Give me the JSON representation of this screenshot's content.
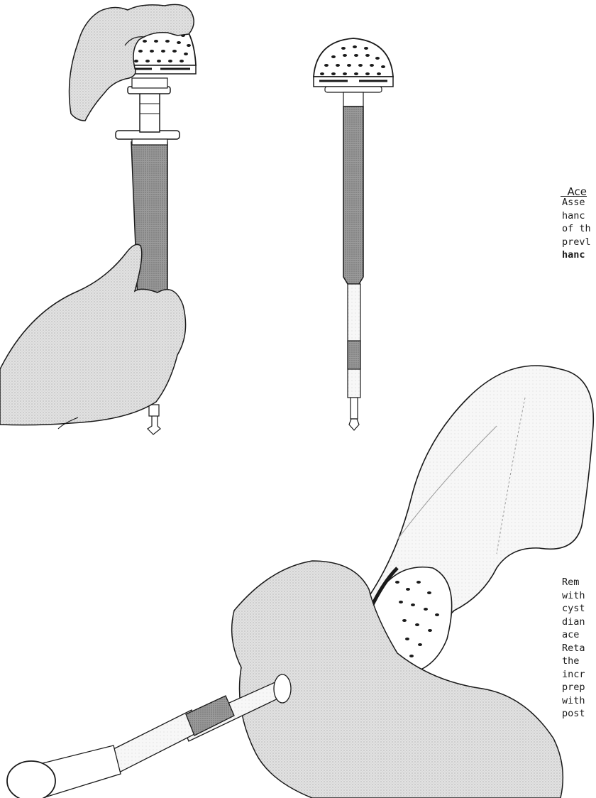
{
  "heading": {
    "text": "Ace"
  },
  "paragraph_assemble": {
    "lines": [
      "Asse",
      "hanc",
      "of th",
      "prevl",
      "hanc"
    ]
  },
  "paragraph_remove": {
    "lines": [
      "Rem",
      "with",
      "cyst",
      "dian",
      "ace",
      "Reta",
      "the",
      "incr",
      "prep",
      "with",
      "post"
    ]
  },
  "illustrations": {
    "figure_1": "hands-holding-reamer-head-on-handle-icon",
    "figure_2": "assembled-reamer-and-handle-icon",
    "figure_3": "reaming-acetabulum-in-pelvis-icon"
  },
  "colors": {
    "outline": "#1a1a1a",
    "shading": "#d6d6d6",
    "dark_shading": "#8f8f8f",
    "paper": "#ffffff"
  }
}
